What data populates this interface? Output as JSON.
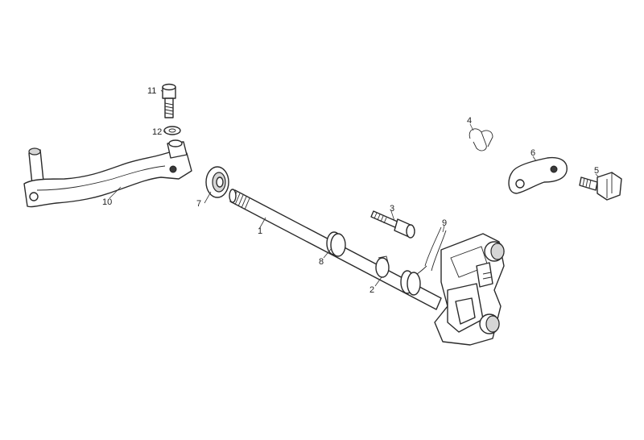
{
  "callouts": [
    {
      "id": "1",
      "label": "1"
    },
    {
      "id": "2",
      "label": "2"
    },
    {
      "id": "3",
      "label": "3"
    },
    {
      "id": "4",
      "label": "4"
    },
    {
      "id": "5",
      "label": "5"
    },
    {
      "id": "6",
      "label": "6"
    },
    {
      "id": "7",
      "label": "7"
    },
    {
      "id": "8",
      "label": "8"
    },
    {
      "id": "9",
      "label": "9"
    },
    {
      "id": "10",
      "label": "10"
    },
    {
      "id": "11",
      "label": "11"
    },
    {
      "id": "12",
      "label": "12"
    }
  ],
  "colors": {
    "line": "#2a2a2a",
    "background": "#ffffff",
    "shade": "#d6d6d6"
  }
}
